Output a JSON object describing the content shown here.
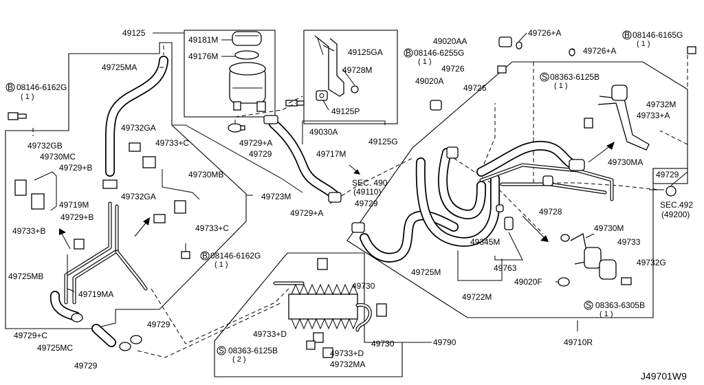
{
  "diagram_id": "J49701W9",
  "labels": {
    "p49125": "49125",
    "p49181M": "49181M",
    "p49176M": "49176M",
    "p49725MA": "49725MA",
    "bolt_left": "08146-6162G",
    "bolt_left_qty": "( 1 )",
    "p49732GB": "49732GB",
    "p49730MC": "49730MC",
    "p49729B_top": "49729+B",
    "p49732GA_top": "49732GA",
    "p49733C_top": "49733+C",
    "p49730MB": "49730MB",
    "p49719M": "49719M",
    "p49732GA_mid": "49732GA",
    "p49729B_mid": "49729+B",
    "p49733B": "49733+B",
    "p49733C_mid": "49733+C",
    "bolt_mid": "08146-6162G",
    "bolt_mid_qty": "( 1 )",
    "p49725MB": "49725MB",
    "p49719MA": "49719MA",
    "p49729C": "49729+C",
    "p49725MC": "49725MC",
    "p49729_bottom_left": "49729",
    "p49729_bottom_mid": "49729",
    "p49125GA": "49125GA",
    "p49728M": "49728M",
    "p49125P": "49125P",
    "p49030A": "49030A",
    "p49125G": "49125G",
    "p49729A_top": "49729+A",
    "p49729_tank": "49729",
    "p49717M": "49717M",
    "p49723M": "49723M",
    "sec490": "SEC. 490",
    "sec490_sub": "(49110)",
    "p49729_sec": "49729",
    "p49729A_low": "49729+A",
    "p49730": "49730",
    "p49733D_left": "49733+D",
    "p49733D_right": "49733+D",
    "p49730_low": "49730",
    "p49790": "49790",
    "bolt_bottom": "08363-6125B",
    "bolt_bottom_qty": "( 2 )",
    "p49732MA": "49732MA",
    "p49725M": "49725M",
    "p49020AA": "49020AA",
    "p49726A_1": "49726+A",
    "p49726A_2": "49726+A",
    "bolt_right_top": "08146-6165G",
    "bolt_right_top_qty": "( 1 )",
    "bolt_center": "08146-6255G",
    "bolt_center_qty": "( 1 )",
    "p49726_1": "49726",
    "p49020A": "49020A",
    "p49726_2": "49726",
    "screw_right": "08363-6125B",
    "screw_right_qty": "( 1 )",
    "p49732M": "49732M",
    "p49733A": "49733+A",
    "p49730MA": "49730MA",
    "p49729_right": "49729",
    "sec492": "SEC.492",
    "sec492_sub": "(49200)",
    "p49728": "49728",
    "p49730M": "49730M",
    "p49733": "49733",
    "p49732G": "49732G",
    "p49345M": "49345M",
    "p49763": "49763",
    "p49020F": "49020F",
    "p49722M": "49722M",
    "screw_bottom_right": "08363-6305B",
    "screw_bottom_right_qty": "( 1 )",
    "p49710R": "49710R"
  },
  "symbols": {
    "bolt": "B",
    "screw": "S"
  }
}
